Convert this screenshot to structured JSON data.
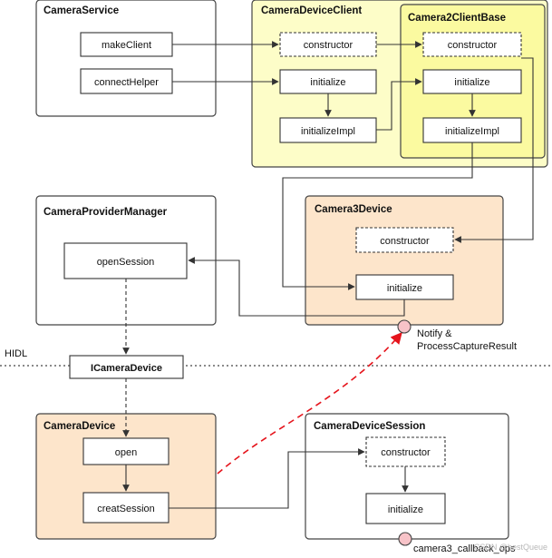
{
  "colors": {
    "panel_yellow_outer": "#fdfdc8",
    "panel_yellow_inner": "#fbfaa0",
    "panel_orange": "#fde5cb",
    "panel_white": "#ffffff",
    "border": "#444444",
    "event_arrow": "#e5141c",
    "callback_dot": "#f7c3c8"
  },
  "panels": {
    "camera_service": "CameraService",
    "camera_device_client": "CameraDeviceClient",
    "camera2_client_base": "Camera2ClientBase",
    "camera_provider_manager": "CameraProviderManager",
    "camera3_device": "Camera3Device",
    "camera_device": "CameraDevice",
    "camera_device_session": "CameraDeviceSession"
  },
  "boxes": {
    "make_client": "makeClient",
    "connect_helper": "connectHelper",
    "cdc_constructor": "constructor",
    "cdc_initialize": "initialize",
    "cdc_initialize_impl": "initializeImpl",
    "ccb_constructor": "constructor",
    "ccb_initialize": "initialize",
    "ccb_initialize_impl": "initializeImpl",
    "open_session": "openSession",
    "c3d_constructor": "constructor",
    "c3d_initialize": "initialize",
    "icamera_device": "ICameraDevice",
    "open": "open",
    "creat_session": "creatSession",
    "cds_constructor": "constructor",
    "cds_initialize": "initialize"
  },
  "labels": {
    "hidl": "HIDL",
    "notify_line1": "Notify &",
    "notify_line2": "ProcessCaptureResult",
    "callback_ops": "camera3_callback_ops"
  },
  "watermark": "CSDN @hestQueue"
}
